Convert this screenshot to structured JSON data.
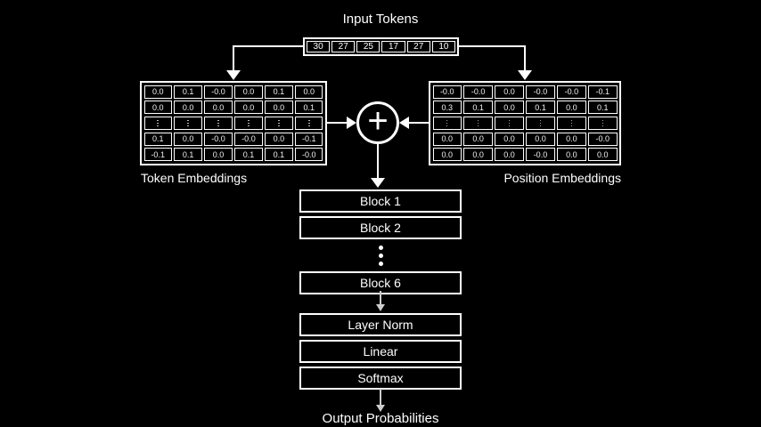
{
  "colors": {
    "background": "#000000",
    "foreground": "#ffffff",
    "thin_arrow": "#cccccc"
  },
  "title": "Input Tokens",
  "input_tokens": {
    "values": [
      "30",
      "27",
      "25",
      "17",
      "27",
      "10"
    ]
  },
  "token_embeddings": {
    "label": "Token Embeddings",
    "rows": [
      [
        "0.0",
        "0.1",
        "-0.0",
        "0.0",
        "0.1",
        "0.0"
      ],
      [
        "0.0",
        "0.0",
        "0.0",
        "0.0",
        "0.0",
        "0.1"
      ],
      [
        "⋮",
        "⋮",
        "⋮",
        "⋮",
        "⋮",
        "⋮"
      ],
      [
        "0.1",
        "0.0",
        "-0.0",
        "-0.0",
        "0.0",
        "-0.1"
      ],
      [
        "-0.1",
        "0.1",
        "0.0",
        "0.1",
        "0.1",
        "-0.0"
      ]
    ]
  },
  "position_embeddings": {
    "label": "Position Embeddings",
    "rows": [
      [
        "-0.0",
        "-0.0",
        "0.0",
        "-0.0",
        "-0.0",
        "-0.1"
      ],
      [
        "0.3",
        "0.1",
        "0.0",
        "0.1",
        "0.0",
        "0.1"
      ],
      [
        "⋮",
        "⋮",
        "⋮",
        "⋮",
        "⋮",
        "⋮"
      ],
      [
        "0.0",
        "0.0",
        "0.0",
        "0.0",
        "0.0",
        "-0.0"
      ],
      [
        "0.0",
        "0.0",
        "0.0",
        "-0.0",
        "0.0",
        "0.0"
      ]
    ]
  },
  "adder": {
    "symbol": "+"
  },
  "pipeline": {
    "blocks": [
      {
        "type": "box",
        "label": "Block 1"
      },
      {
        "type": "box",
        "label": "Block 2"
      },
      {
        "type": "dots",
        "symbol": "⋮"
      },
      {
        "type": "box",
        "label": "Block 6"
      }
    ],
    "head": [
      {
        "label": "Layer Norm"
      },
      {
        "label": "Linear"
      },
      {
        "label": "Softmax"
      }
    ]
  },
  "output_label": "Output Probabilities"
}
